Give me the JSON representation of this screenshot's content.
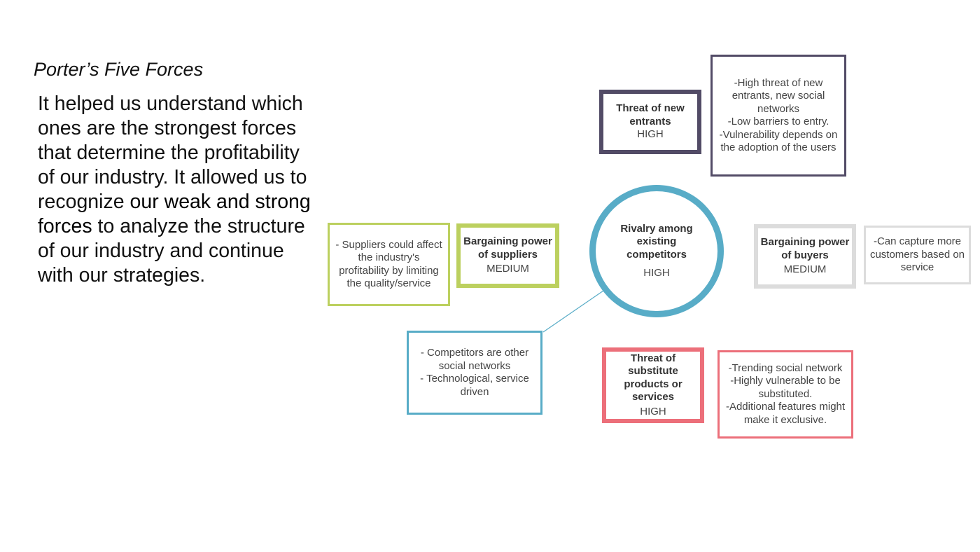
{
  "slide": {
    "title": "Porter’s Five Forces",
    "body_before": "It helped us understand which ones are the strongest forces that determine the profitability of our industry. It allowed us to recognize ",
    "body_emphasis": "our weak and strong forces",
    "body_after": " to analyze the structure of our industry and continue with our strategies."
  },
  "forces": {
    "new_entrants": {
      "title": "Threat of new entrants",
      "level": "HIGH",
      "note": "-High threat of new entrants, new social networks\n-Low barriers to entry.\n-Vulnerability depends on the adoption of the users"
    },
    "suppliers": {
      "title": "Bargaining power of suppliers",
      "level": "MEDIUM",
      "note": "- Suppliers could affect the industry's profitability by limiting the quality/service"
    },
    "rivalry": {
      "title": "Rivalry among existing competitors",
      "level": "HIGH",
      "note": "- Competitors are other social networks\n- Technological, service driven"
    },
    "buyers": {
      "title": "Bargaining power of buyers",
      "level": "MEDIUM",
      "note": "-Can capture more customers based on service"
    },
    "substitutes": {
      "title": "Threat of substitute products or services",
      "level": "HIGH",
      "note": "-Trending social network\n-Highly vulnerable to be substituted.\n-Additional features might make it exclusive."
    }
  },
  "colors": {
    "new_entrants": "#524b66",
    "suppliers": "#bcd05f",
    "rivalry": "#58acc7",
    "buyers": "#dcdcdc",
    "substitutes": "#ec6f7a"
  }
}
